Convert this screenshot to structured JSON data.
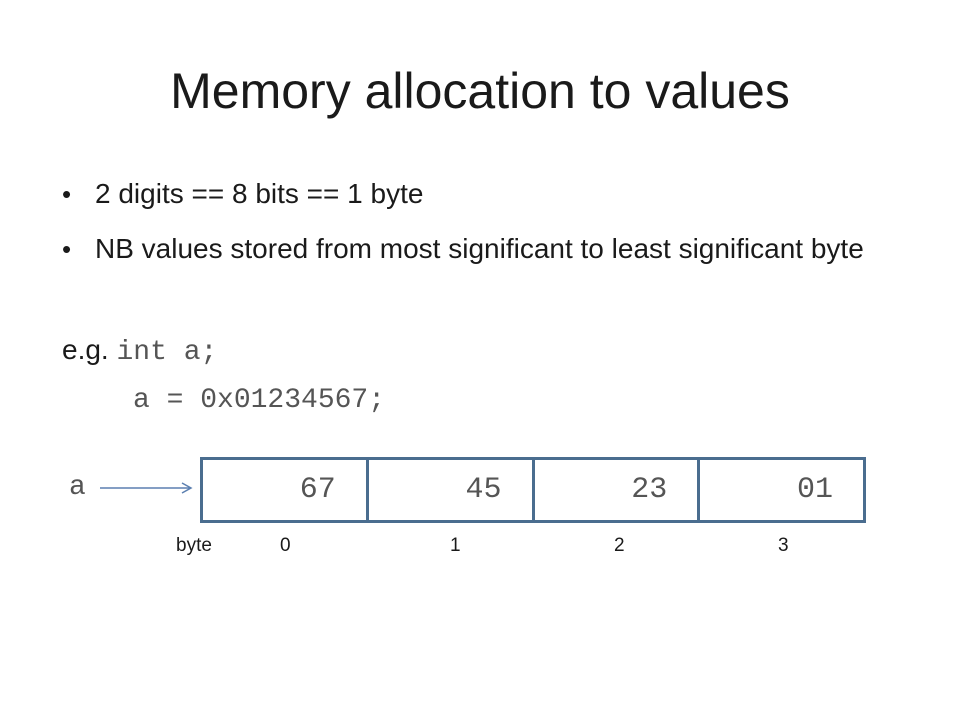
{
  "slide": {
    "title": "Memory allocation to values",
    "bullets": [
      "2 digits == 8 bits == 1 byte",
      "NB values stored from most significant to least significant byte"
    ],
    "example_prefix": "e.g.",
    "code_line1": "int a;",
    "code_line2": "a = 0x01234567;"
  },
  "memory_diagram": {
    "variable_label": "a",
    "cells": [
      "67",
      "45",
      "23",
      "01"
    ],
    "byte_label": "byte",
    "byte_indices": [
      "0",
      "1",
      "2",
      "3"
    ],
    "colors": {
      "cell_border": "#4a6d8f",
      "arrow": "#5b7fb0"
    }
  }
}
